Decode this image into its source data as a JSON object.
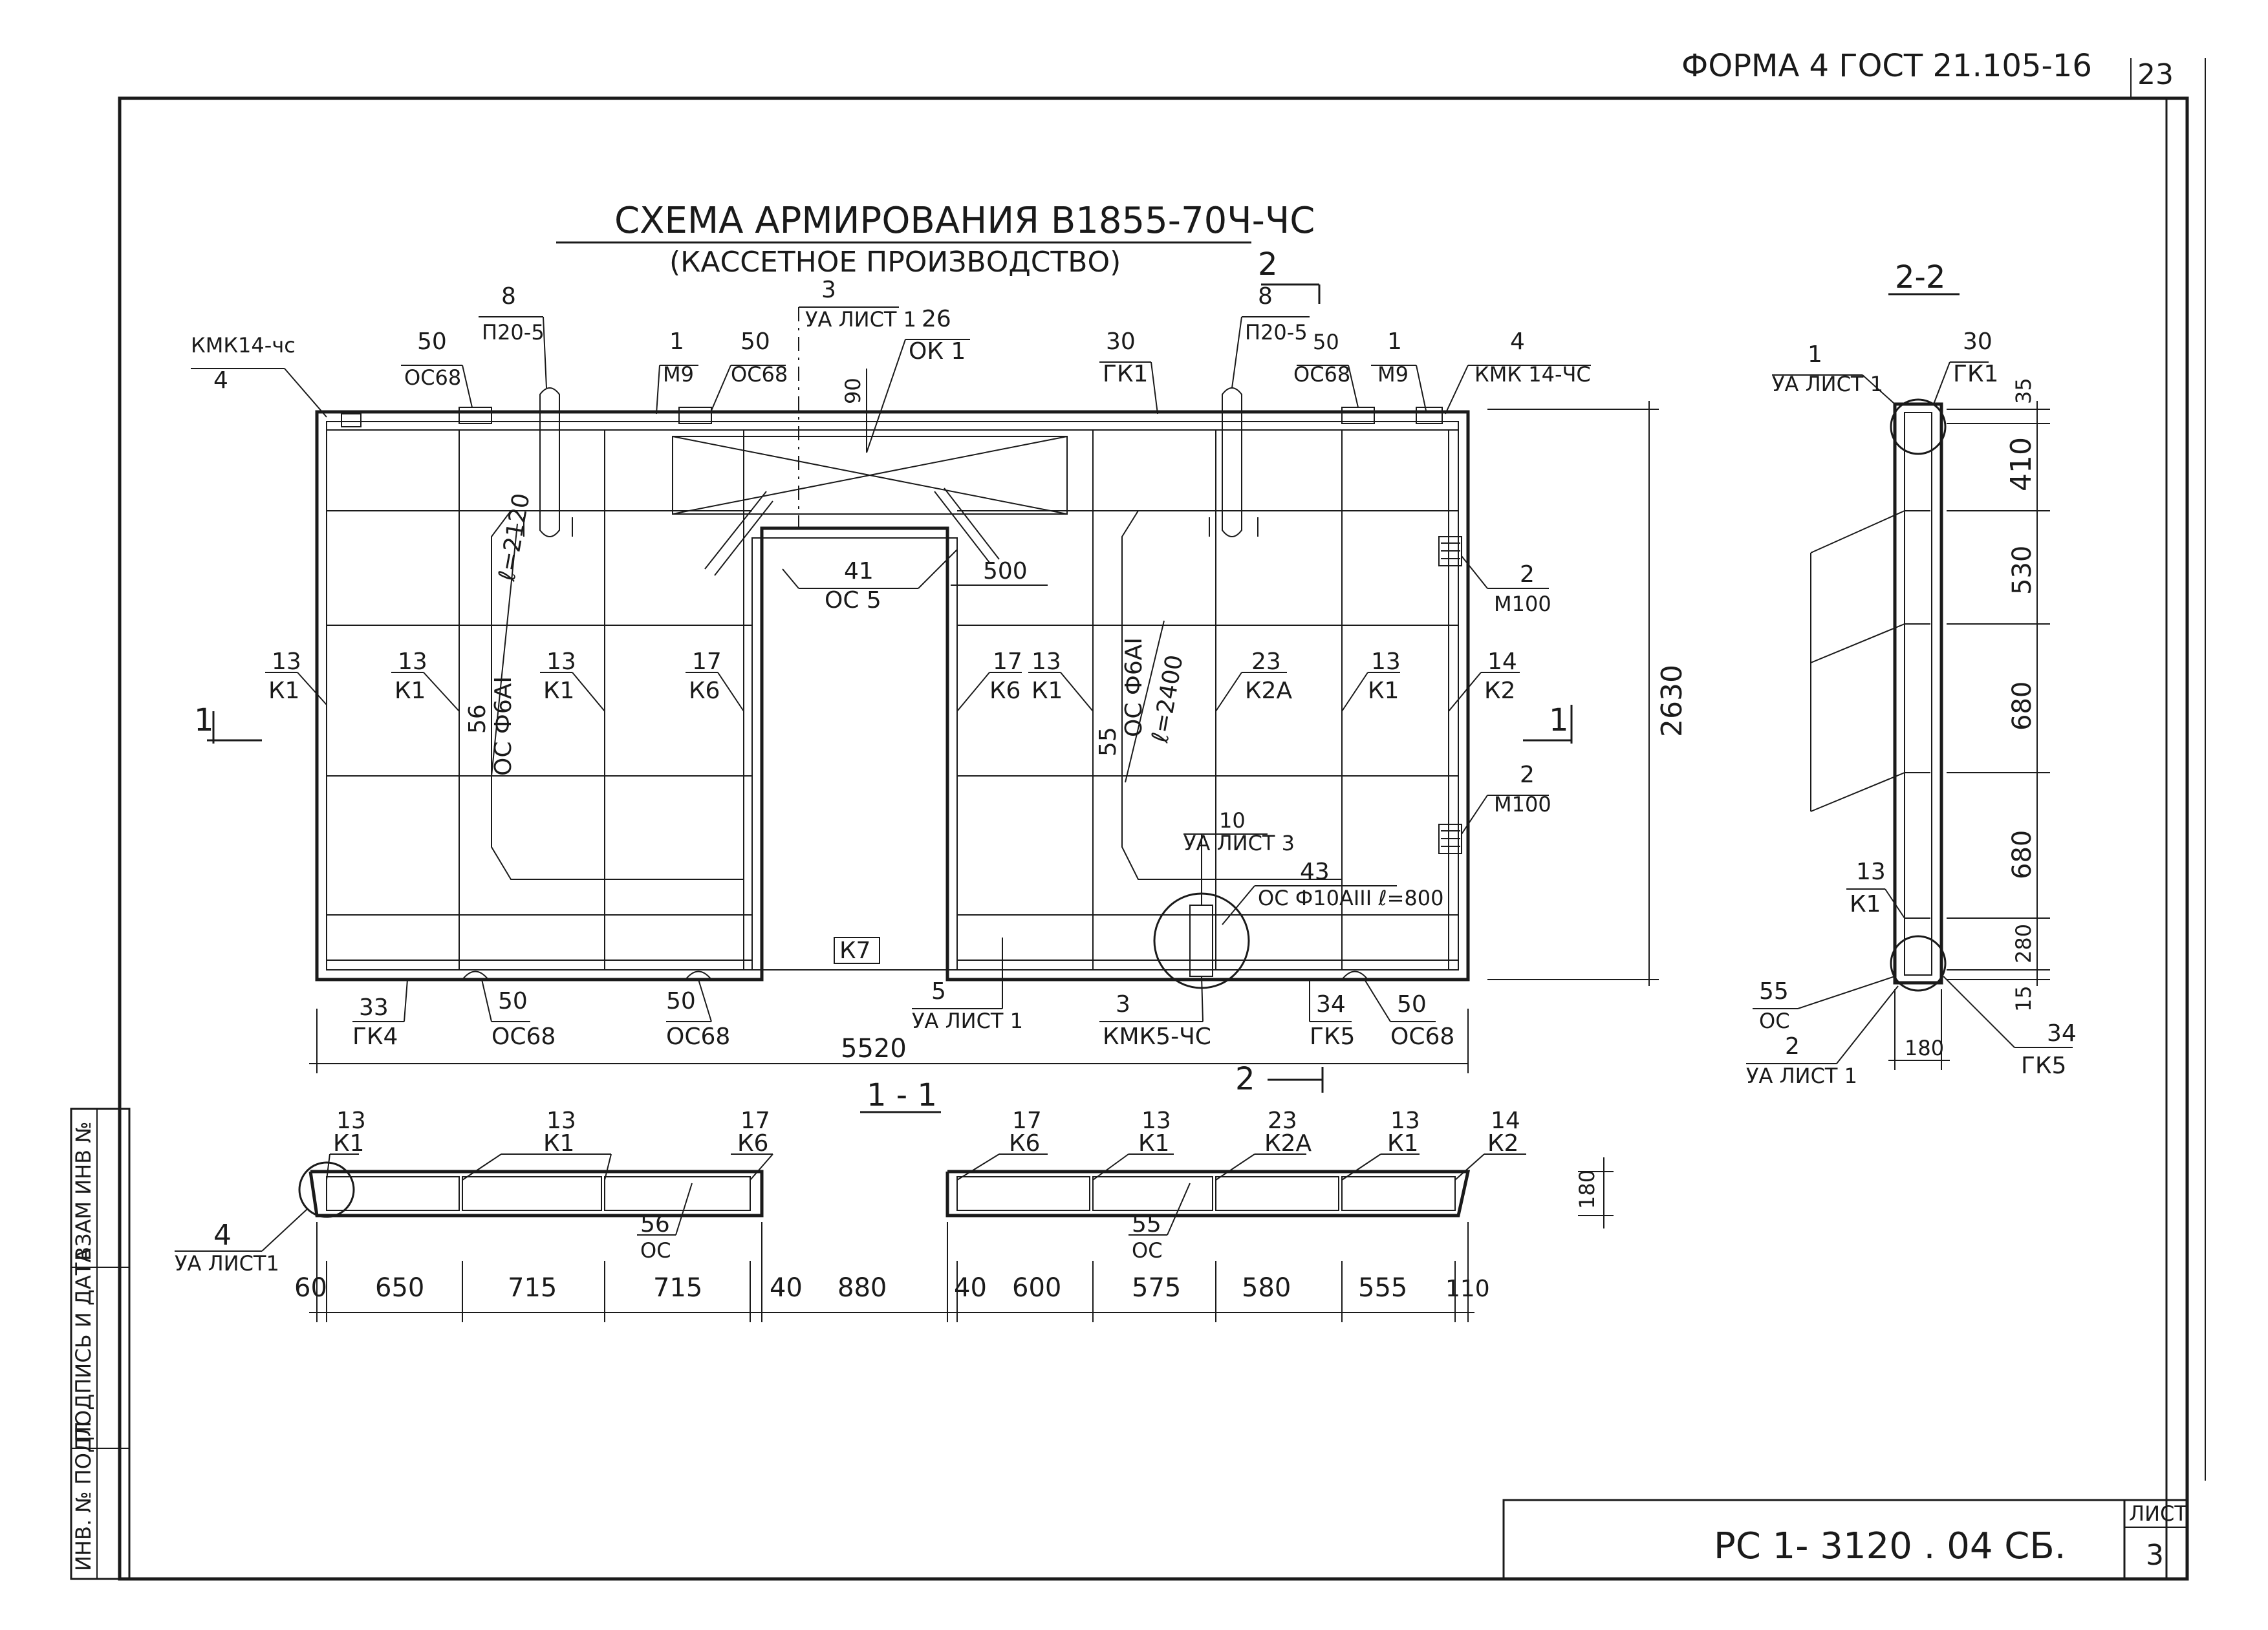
{
  "header": {
    "form_label": "ФОРМА 4 ГОСТ 21.105-16",
    "page_corner": "23"
  },
  "title": {
    "main": "СХЕМА АРМИРОВАНИЯ В1855-70Ч-ЧС",
    "sub": "(КАССЕТНОЕ ПРОИЗВОДСТВО)"
  },
  "section_marks": {
    "cut_2_top": "2",
    "cut_2_bottom": "2",
    "cut_1_left": "1",
    "cut_1_right": "1"
  },
  "elevation": {
    "callouts": {
      "kmk14_left": {
        "top": "КМК14-чс",
        "bottom": "4"
      },
      "oc68_a": {
        "top": "50",
        "bottom": "ОС68"
      },
      "p205_a": {
        "top": "8",
        "bottom": "П20-5"
      },
      "m9_a": {
        "top": "1",
        "bottom": "М9"
      },
      "oc68_b": {
        "top": "50",
        "bottom": "ОС68"
      },
      "detail3": {
        "top": "3",
        "bottom": "УА ЛИСТ 1"
      },
      "ok1": {
        "top": "26",
        "bottom": "ОК 1"
      },
      "dim90": "90",
      "gk1": {
        "top": "30",
        "bottom": "ГК1"
      },
      "p205_b": {
        "top": "8",
        "bottom": "П20-5"
      },
      "oc68_c": {
        "top": "50",
        "bottom": "ОС68"
      },
      "m9_b": {
        "top": "1",
        "bottom": "М9"
      },
      "kmk14_right": {
        "top": "4",
        "bottom": "КМК 14-ЧС"
      },
      "l2120": "ℓ=2120",
      "oc5": {
        "top": "41",
        "bottom": "ОС 5"
      },
      "dim500": "500",
      "m100_a": {
        "top": "2",
        "bottom": "М100"
      },
      "m100_b": {
        "top": "2",
        "bottom": "М100"
      },
      "k1_a": {
        "top": "13",
        "bottom": "К1"
      },
      "k1_b": {
        "top": "13",
        "bottom": "К1"
      },
      "k1_c": {
        "top": "13",
        "bottom": "К1"
      },
      "k6_a": {
        "top": "17",
        "bottom": "К6"
      },
      "k6_b": {
        "top": "17",
        "bottom": "К6"
      },
      "k1_d": {
        "top": "13",
        "bottom": "К1"
      },
      "k2a": {
        "top": "23",
        "bottom": "К2А"
      },
      "k1_e": {
        "top": "13",
        "bottom": "К1"
      },
      "k2": {
        "top": "14",
        "bottom": "К2"
      },
      "rod56_num": "56",
      "rod56_txt": "ОС Ф6АI",
      "rod55_num": "55",
      "rod55_txt": "ОС Ф6АI",
      "l2400": "ℓ=2400",
      "detail10": {
        "top": "10",
        "bottom": "УА ЛИСТ 3"
      },
      "oc10": {
        "top": "43",
        "bottom": "ОС Ф10АIII ℓ=800"
      },
      "k7": "К7",
      "gk4": {
        "top": "33",
        "bottom": "ГК4"
      },
      "oc68_d": {
        "top": "50",
        "bottom": "ОС68"
      },
      "oc68_e": {
        "top": "50",
        "bottom": "ОС68"
      },
      "detail5": {
        "top": "5",
        "bottom": "УА ЛИСТ 1"
      },
      "kmk5": {
        "top": "3",
        "bottom": "КМК5-ЧС"
      },
      "gk5": {
        "top": "34",
        "bottom": "ГК5"
      },
      "oc68_f": {
        "top": "50",
        "bottom": "ОС68"
      }
    },
    "overall_width": "5520",
    "overall_height": "2630"
  },
  "section_1_1": {
    "label": "1 - 1",
    "callouts": [
      {
        "top": "13",
        "bottom": "К1"
      },
      {
        "top": "13",
        "bottom": "К1"
      },
      {
        "top": "17",
        "bottom": "К6"
      },
      {
        "top": "17",
        "bottom": "К6"
      },
      {
        "top": "13",
        "bottom": "К1"
      },
      {
        "top": "23",
        "bottom": "К2А"
      },
      {
        "top": "13",
        "bottom": "К1"
      },
      {
        "top": "14",
        "bottom": "К2"
      }
    ],
    "rod56": {
      "top": "56",
      "bottom": "ОС"
    },
    "rod55": {
      "top": "55",
      "bottom": "ОС"
    },
    "detail4": {
      "top": "4",
      "bottom": "УА ЛИСТ1"
    },
    "thickness": "180",
    "dims": [
      "60",
      "650",
      "715",
      "715",
      "40",
      "880",
      "40",
      "600",
      "575",
      "580",
      "555",
      "110"
    ]
  },
  "section_2_2": {
    "label": "2-2",
    "detail1": {
      "top": "1",
      "bottom": "УА ЛИСТ 1"
    },
    "gk1": {
      "top": "30",
      "bottom": "ГК1"
    },
    "k1": {
      "top": "13",
      "bottom": "К1"
    },
    "oc55": {
      "top": "55",
      "bottom": "ОС"
    },
    "detail2": {
      "top": "2",
      "bottom": "УА ЛИСТ 1"
    },
    "gk5": {
      "top": "34",
      "bottom": "ГК5"
    },
    "width": "180",
    "dims": [
      "35",
      "410",
      "530",
      "680",
      "680",
      "280",
      "15"
    ]
  },
  "stamp": {
    "doc_code": "РС 1- 3120 . 04 СБ.",
    "sheet_label": "ЛИСТ",
    "sheet_no": "3",
    "side_fields": [
      "ИНВ. № ПОДЛ",
      "ПОДПИСЬ И ДАТА",
      "ВЗАМ ИНВ №"
    ]
  }
}
